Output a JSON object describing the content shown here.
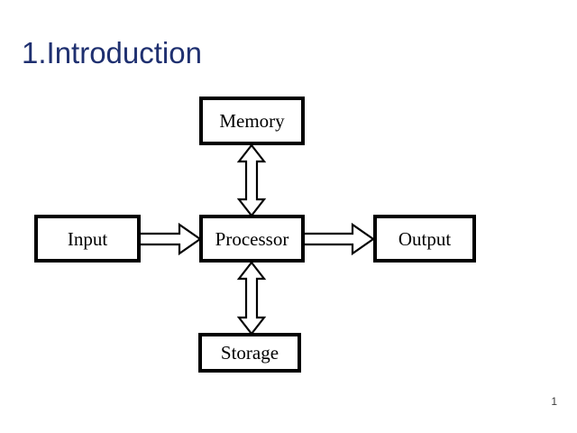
{
  "slide": {
    "title": "1.Introduction",
    "page_number": "1",
    "background_color": "#ffffff",
    "title_color": "#1f3070"
  },
  "diagram": {
    "type": "block-diagram",
    "name": "computer-system-block-diagram",
    "nodes": [
      {
        "id": "memory",
        "label": "Memory",
        "border_color": "#000000",
        "fill_color": "#ffffff"
      },
      {
        "id": "input",
        "label": "Input",
        "border_color": "#000000",
        "fill_color": "#ffffff"
      },
      {
        "id": "processor",
        "label": "Processor",
        "border_color": "#000000",
        "fill_color": "#ffffff"
      },
      {
        "id": "output",
        "label": "Output",
        "border_color": "#000000",
        "fill_color": "#ffffff"
      },
      {
        "id": "storage",
        "label": "Storage",
        "border_color": "#000000",
        "fill_color": "#ffffff"
      }
    ],
    "connectors": [
      {
        "id": "input-processor",
        "from": "input",
        "to": "processor",
        "direction": "single",
        "orientation": "horizontal",
        "style": "hollow-block-arrow"
      },
      {
        "id": "processor-output",
        "from": "processor",
        "to": "output",
        "direction": "single",
        "orientation": "horizontal",
        "style": "hollow-block-arrow"
      },
      {
        "id": "processor-memory",
        "from": "processor",
        "to": "memory",
        "direction": "double",
        "orientation": "vertical",
        "style": "hollow-block-arrow"
      },
      {
        "id": "processor-storage",
        "from": "processor",
        "to": "storage",
        "direction": "double",
        "orientation": "vertical",
        "style": "hollow-block-arrow"
      }
    ]
  }
}
